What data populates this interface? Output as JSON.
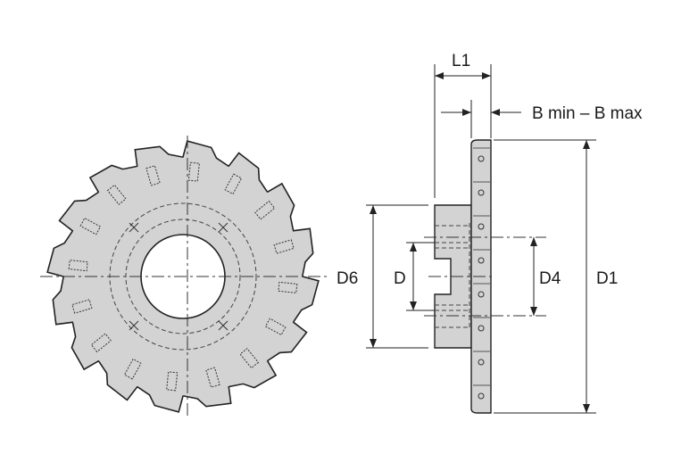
{
  "labels": {
    "L1": "L1",
    "B": "B min – B max",
    "D6": "D6",
    "D": "D",
    "D4": "D4",
    "D1": "D1"
  },
  "colors": {
    "body": "#d3d3d3",
    "line": "#222222"
  },
  "cutter": {
    "teeth": 16
  }
}
